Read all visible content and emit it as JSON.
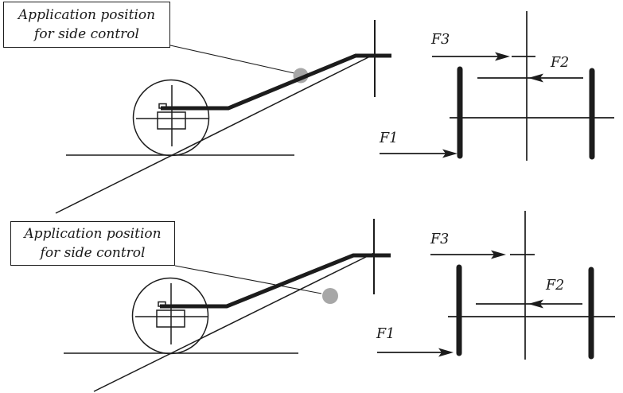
{
  "colors": {
    "line": "#1c1c1c",
    "dot_fill": "#a7a7a7",
    "background": "#ffffff",
    "text": "#1a1a1a"
  },
  "diagrams": [
    {
      "name": "top",
      "callout": {
        "line1": "Application position",
        "line2": "for side control"
      },
      "force_labels": {
        "f1": "F1",
        "f2": "F2",
        "f3": "F3"
      },
      "dot_icon": "application-point-dot"
    },
    {
      "name": "bottom",
      "callout": {
        "line1": "Application position",
        "line2": "for side control"
      },
      "force_labels": {
        "f1": "F1",
        "f2": "F2",
        "f3": "F3"
      },
      "dot_icon": "application-point-dot"
    }
  ]
}
